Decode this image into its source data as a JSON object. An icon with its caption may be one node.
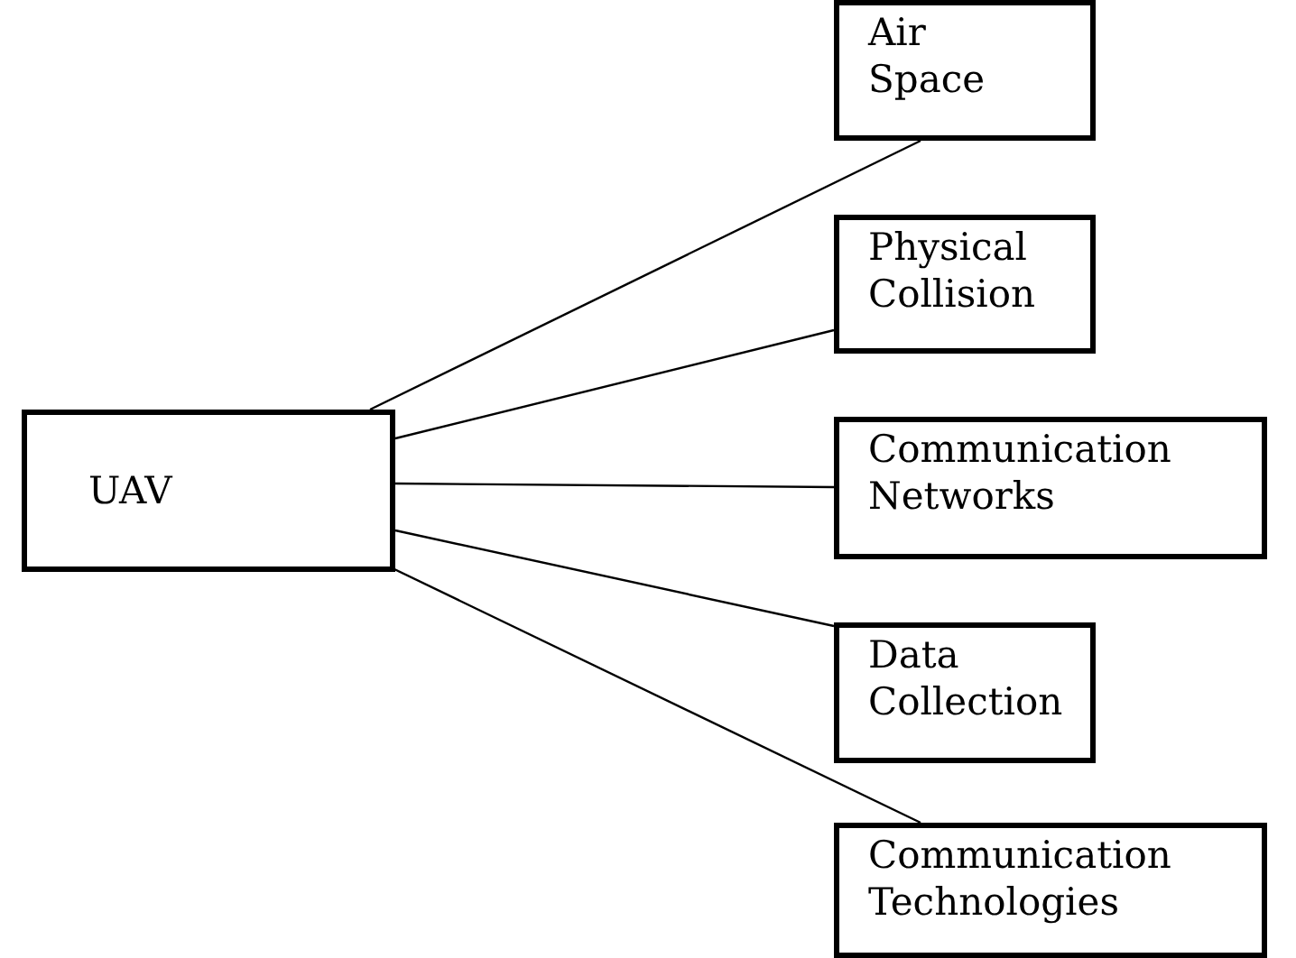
{
  "diagram": {
    "nodes": [
      {
        "text": [
          "UAV"
        ]
      },
      {
        "text": [
          "Air Space"
        ]
      },
      {
        "text": [
          "Physical Collision"
        ]
      },
      {
        "text": [
          "Communication Networks"
        ]
      },
      {
        "text": [
          "Data Collection"
        ]
      },
      {
        "text": [
          "Communication Technologies"
        ]
      }
    ],
    "edges": [
      {
        "from": 0,
        "to": 1,
        "arrow": "none"
      },
      {
        "from": 0,
        "to": 2,
        "arrow": "none"
      },
      {
        "from": 0,
        "to": 3,
        "arrow": "none"
      },
      {
        "from": 0,
        "to": 4,
        "arrow": "none"
      },
      {
        "from": 0,
        "to": 5,
        "arrow": "none"
      }
    ]
  }
}
